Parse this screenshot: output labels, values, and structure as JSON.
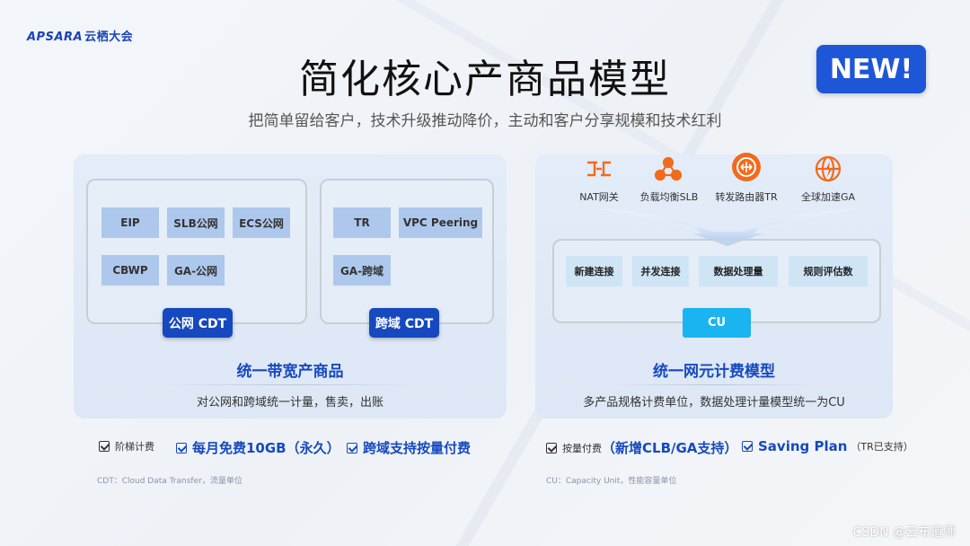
{
  "logo": {
    "brand": "APSARA",
    "cn": "云栖大会"
  },
  "title": "简化核心产商品模型",
  "subtitle": "把简单留给客户，技术升级推动降价，主动和客户分享规模和技术红利",
  "new_badge": "NEW!",
  "left_panel": {
    "public_box": {
      "tiles": [
        "EIP",
        "SLB公网",
        "ECS公网",
        "CBWP",
        "GA-公网"
      ],
      "tag": "公网 CDT"
    },
    "cross_box": {
      "tiles": [
        "TR",
        "VPC Peering",
        "GA-跨域"
      ],
      "tag": "跨域 CDT"
    },
    "title": "统一带宽产商品",
    "desc": "对公网和跨域统一计量，售卖，出账"
  },
  "right_panel": {
    "icons": [
      {
        "name": "nat-gateway-icon",
        "label": "NAT网关"
      },
      {
        "name": "load-balancer-icon",
        "label": "负载均衡SLB"
      },
      {
        "name": "transit-router-icon",
        "label": "转发路由器TR"
      },
      {
        "name": "global-accelerator-icon",
        "label": "全球加速GA"
      }
    ],
    "metrics": [
      "新建连接",
      "并发连接",
      "数据处理量",
      "规则评估数"
    ],
    "cu": "CU",
    "title": "统一网元计费模型",
    "desc": "多产品规格计费单位，数据处理计量模型统一为CU"
  },
  "checks_left": {
    "item1": "阶梯计费",
    "item2": "每月免费10GB（永久）",
    "item3": "跨域支持按量付费"
  },
  "checks_right": {
    "item1_prefix": "按量付费",
    "item1_bold": "（新增CLB/GA支持）",
    "item2_bold": "Saving Plan",
    "item2_suffix": "（TR已支持）"
  },
  "footnotes": {
    "left": "CDT：Cloud Data Transfer，流量单位",
    "right": "CU：Capacity Unit，性能容量单位"
  },
  "watermark": "CSDN @云布道师",
  "colors": {
    "brand_blue": "#1649c0",
    "cu_cyan": "#1ab4f0",
    "icon_orange": "#f26a1b",
    "new_badge": "#1e56d8"
  }
}
